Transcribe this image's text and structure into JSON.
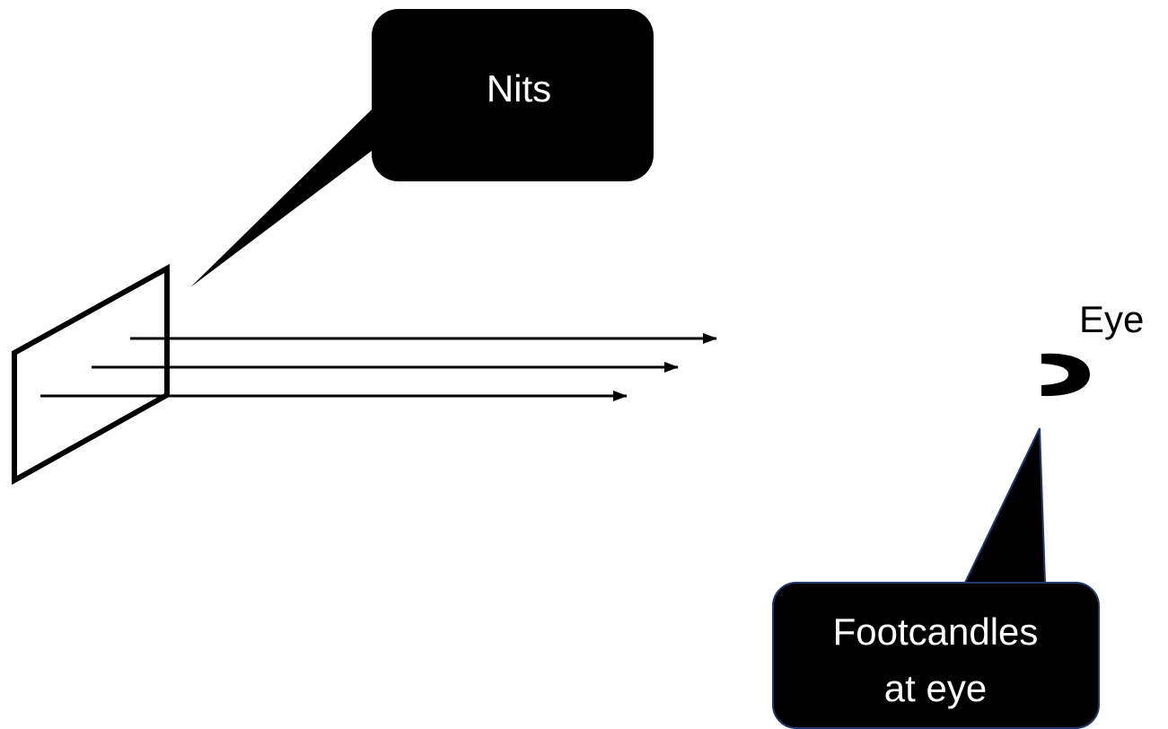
{
  "callouts": {
    "source": {
      "label": "Nits"
    },
    "eye": {
      "line1": "Footcandles",
      "line2": "at eye"
    }
  },
  "labels": {
    "eye": "Eye"
  },
  "colors": {
    "callout_fill": "#000000",
    "callout_text": "#ffffff",
    "eye_callout_border": "#1f3a6e",
    "line": "#000000",
    "background": "#ffffff"
  },
  "icons": {
    "eye": "eye-icon",
    "screen": "display-panel-icon"
  }
}
